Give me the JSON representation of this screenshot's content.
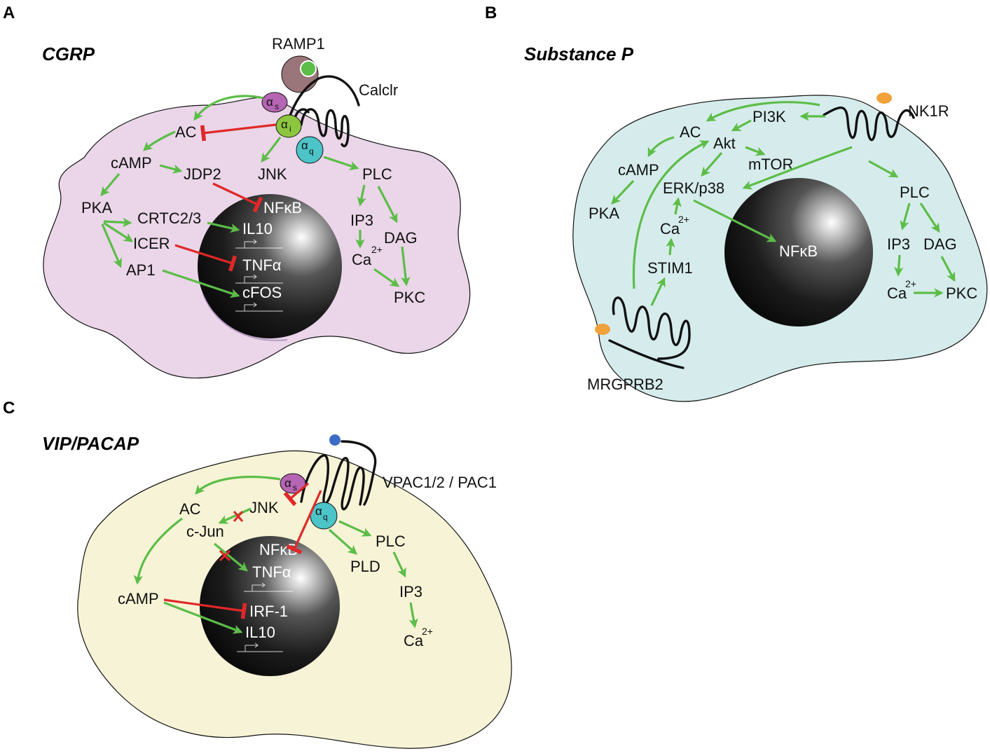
{
  "panels": {
    "a": {
      "letter": "A",
      "title": "CGRP",
      "receptor": "Calclr",
      "coreceptor": "RAMP1",
      "g_proteins": {
        "s": "α",
        "s_sub": "s",
        "i": "α",
        "i_sub": "i",
        "q": "α",
        "q_sub": "q"
      },
      "nodes": {
        "ac": "AC",
        "camp": "cAMP",
        "jdp2": "JDP2",
        "jnk": "JNK",
        "pka": "PKA",
        "crtc": "CRTC2/3",
        "icer": "ICER",
        "ap1": "AP1",
        "plc": "PLC",
        "ip3": "IP3",
        "dag": "DAG",
        "ca": "Ca",
        "ca_sup": "2+",
        "pkc": "PKC"
      },
      "nucleus": {
        "nfkb": "NFκB",
        "il10": "IL10",
        "tnfa": "TNFα",
        "cfos": "cFOS"
      },
      "colors": {
        "cell": "#ead6e8",
        "ramp": "#9a7579",
        "ligand": "#5cbd48",
        "alpha_s": "#b565b3",
        "alpha_i": "#8cc63f",
        "alpha_q": "#4cc4c8"
      }
    },
    "b": {
      "letter": "B",
      "title": "Substance P",
      "receptor1": "NK1R",
      "receptor2": "MRGPRB2",
      "nodes": {
        "pi3k": "PI3K",
        "ac": "AC",
        "akt": "Akt",
        "mtor": "mTOR",
        "camp": "cAMP",
        "erk": "ERK/p38",
        "pka": "PKA",
        "ca": "Ca",
        "ca_sup": "2+",
        "stim1": "STIM1",
        "plc": "PLC",
        "ip3": "IP3",
        "dag": "DAG",
        "ca2": "Ca",
        "ca2_sup": "2+",
        "pkc": "PKC"
      },
      "nucleus": {
        "nfkb": "NFκB"
      },
      "colors": {
        "cell": "#d6ecec",
        "ligand": "#f0a13a"
      }
    },
    "c": {
      "letter": "C",
      "title": "VIP/PACAP",
      "receptor": "VPAC1/2 / PAC1",
      "g_proteins": {
        "s": "α",
        "s_sub": "s",
        "q": "α",
        "q_sub": "q"
      },
      "nodes": {
        "ac": "AC",
        "jnk": "JNK",
        "cjun": "c-Jun",
        "camp": "cAMP",
        "plc": "PLC",
        "pld": "PLD",
        "ip3": "IP3",
        "ca": "Ca",
        "ca_sup": "2+"
      },
      "nucleus": {
        "nfkb": "NFκB",
        "tnfa": "TNFα",
        "irf1": "IRF-1",
        "il10": "IL10"
      },
      "colors": {
        "cell": "#f7f3d6",
        "ligand": "#3b6bc4",
        "alpha_s": "#b565b3",
        "alpha_q": "#4cc4c8"
      }
    }
  }
}
